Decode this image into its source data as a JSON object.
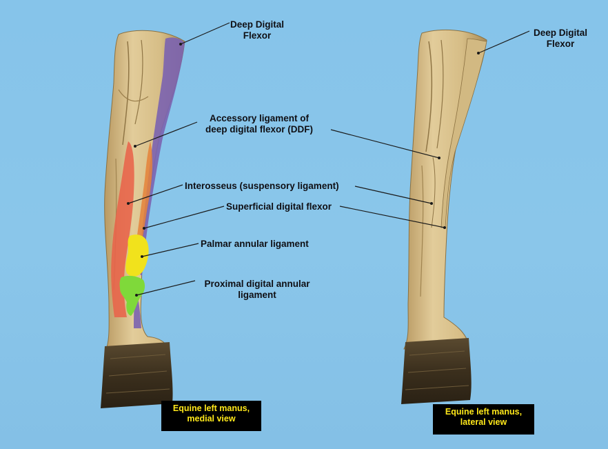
{
  "labels": {
    "ddf_medial": [
      "Deep Digital",
      "Flexor"
    ],
    "ddf_lateral": [
      "Deep Digital",
      "Flexor"
    ],
    "accessory": [
      "Accessory ligament of",
      "deep digital flexor (DDF)"
    ],
    "interosseus": "Interosseus (suspensory ligament)",
    "sdf": "Superficial digital flexor",
    "palmar": "Palmar annular ligament",
    "proximal": [
      "Proximal digital annular",
      "ligament"
    ]
  },
  "captions": {
    "medial": [
      "Equine left manus,",
      "medial view"
    ],
    "lateral": [
      "Equine left manus,",
      "lateral view"
    ]
  },
  "colors": {
    "background": "#86c4ea",
    "ddf": "#7b63b0",
    "interosseus": "#e8634a",
    "sdf": "#e5833a",
    "palmar": "#f1e21c",
    "proximal": "#7fd93a",
    "caption_text": "#ffe81a"
  }
}
